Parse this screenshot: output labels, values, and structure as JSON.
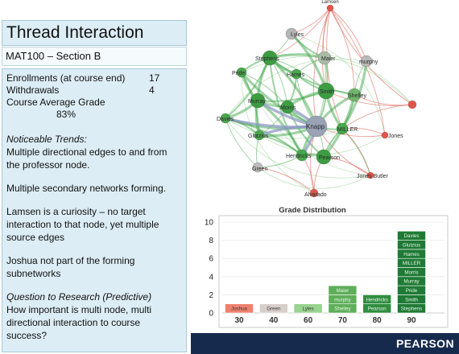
{
  "title": "Thread Interaction",
  "section": "MAT100 – Section B",
  "stats": {
    "enrollments_label": "Enrollments (at course end)",
    "enrollments_value": "17",
    "withdrawals_label": "Withdrawals",
    "withdrawals_value": "4",
    "average_label": "Course Average Grade",
    "average_value": "83%"
  },
  "trends": {
    "heading": "Noticeable Trends:",
    "items": [
      "Multiple directional edges to and from the professor node.",
      "Multiple secondary networks forming.",
      "Lamsen is a curiosity – no target interaction to that node, yet multiple source edges",
      "Joshua not part of the forming subnetworks"
    ]
  },
  "question": {
    "heading": "Question to Research (Predictive)",
    "text": "How important is multi node, multi directional interaction to course success?"
  },
  "network": {
    "nodes": [
      {
        "name": "Lamsen",
        "color": "#e0554b"
      },
      {
        "name": "Lyles",
        "color": "#b5b5b5"
      },
      {
        "name": "Stephens",
        "color": "#3c9d42"
      },
      {
        "name": "Maier",
        "color": "#a9bba7"
      },
      {
        "name": "murphy",
        "color": "#b9b9b9"
      },
      {
        "name": "Pride",
        "color": "#49a84c"
      },
      {
        "name": "Hames",
        "color": "#49a84c"
      },
      {
        "name": "Smith",
        "color": "#3c9d42"
      },
      {
        "name": "Shelley",
        "color": "#6fb56c"
      },
      {
        "name": "Murray",
        "color": "#3c9d42"
      },
      {
        "name": "Morris",
        "color": "#3c9d42"
      },
      {
        "name": "Davies",
        "color": "#49a84c"
      },
      {
        "name": "Knapp",
        "color": "#9aa3b5"
      },
      {
        "name": "MILLER",
        "color": "#49a84c"
      },
      {
        "name": "Glutzius",
        "color": "#49a84c"
      },
      {
        "name": "Jones",
        "color": "#e0554b"
      },
      {
        "color": "#e0554b"
      },
      {
        "name": "Hendricks",
        "color": "#49a84c"
      },
      {
        "name": "Pearson",
        "color": "#3c9d42"
      },
      {
        "name": "Green",
        "color": "#bcbcbc"
      },
      {
        "name": "Jones Butler",
        "color": "#e0554b"
      },
      {
        "name": "Alvarado",
        "color": "#e0554b"
      }
    ],
    "edge_colors": {
      "active": "#3fa84a",
      "withdrawn": "#e06a60",
      "professor": "#8d9ac4",
      "faint": "#8fcf8f"
    }
  },
  "chart_data": {
    "type": "bar",
    "title": "Grade Distribution",
    "categories": [
      "30",
      "40",
      "60",
      "70",
      "80",
      "90"
    ],
    "values": [
      1,
      1,
      1,
      3,
      2,
      9
    ],
    "stacks": [
      [
        "Joshua"
      ],
      [
        "Green"
      ],
      [
        "Lyles"
      ],
      [
        "Shelley",
        "murphy",
        "Maier"
      ],
      [
        "Pearson",
        "Hendricks"
      ],
      [
        "Stephens",
        "Smith",
        "Pride",
        "Murray",
        "Morris",
        "MILLER",
        "Hames",
        "Glutzius",
        "Davies"
      ]
    ],
    "colors": [
      "#f0806e",
      "#d8cfcb",
      "#98d38f",
      "#5fae5a",
      "#2f8e3f",
      "#1f7a35"
    ],
    "ylim": [
      0,
      10
    ],
    "yticks": [
      0,
      2,
      4,
      6,
      8,
      10
    ],
    "grid": true
  },
  "footer": {
    "brand": "PEARSON"
  }
}
